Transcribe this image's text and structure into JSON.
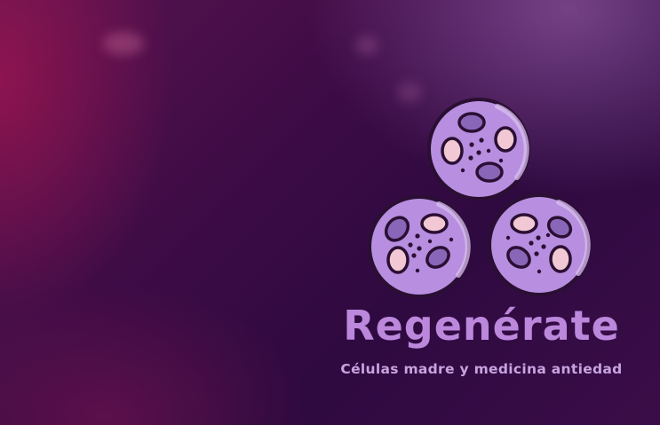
{
  "brand": {
    "title": "Regenérate",
    "tagline": "Células madre y medicina antiedad"
  },
  "logo": {
    "icon": "stem-cells-icon",
    "cell_count": 3
  },
  "colors": {
    "background": "#3c0b45",
    "cell_fill": "#b88ee0",
    "cell_outline": "#2a0f33",
    "nucleus_pink": "#f2c8d4",
    "nucleus_purple": "#8a66b8",
    "text": "#bb88dc"
  }
}
